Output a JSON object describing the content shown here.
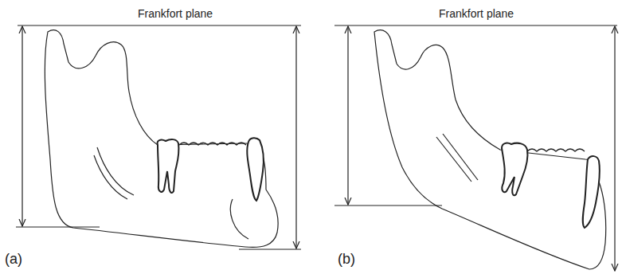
{
  "diagram": {
    "labels": [
      "Frankfort plane",
      "Frankfort plane",
      "(a)",
      "(b)"
    ]
  }
}
